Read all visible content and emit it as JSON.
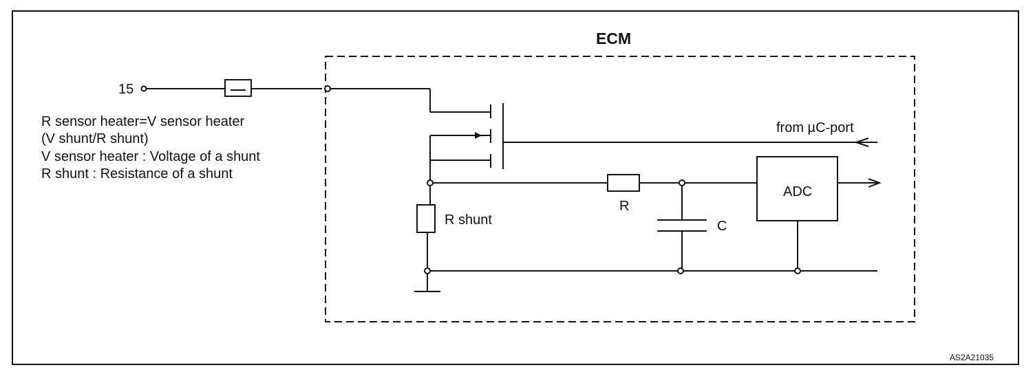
{
  "diagram": {
    "module_title": "ECM",
    "terminal_label": "15",
    "notes": [
      "R sensor heater=V sensor heater",
      "(V shunt/R shunt)",
      "V sensor heater : Voltage of a shunt",
      "R shunt : Resistance of a shunt"
    ],
    "r_shunt_label": "R shunt",
    "resistor_label": "R",
    "capacitor_label": "C",
    "adc_label": "ADC",
    "port_label": "from µC-port",
    "figure_code": "AS2A21035"
  }
}
